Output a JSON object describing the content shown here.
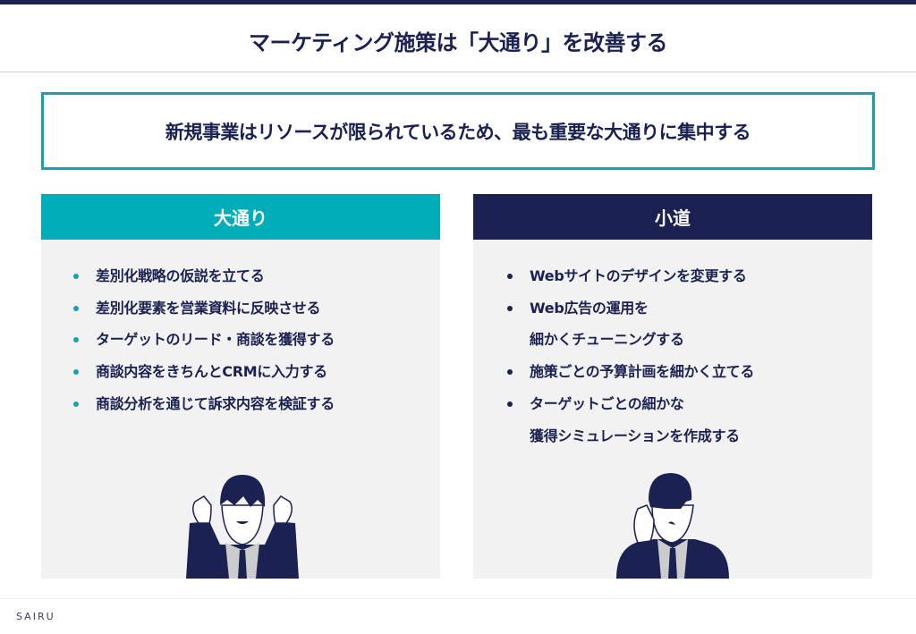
{
  "title": "マーケティング施策は「大通り」を改善する",
  "message": "新規事業はリソースが限られているため、最も重要な大通りに集中する",
  "left": {
    "heading": "大通り",
    "items": [
      "差別化戦略の仮説を立てる",
      "差別化要素を営業資料に反映させる",
      "ターゲットのリード・商談を獲得する",
      "商談内容をきちんとCRMに入力する",
      "商談分析を通じて訴求内容を検証する"
    ]
  },
  "right": {
    "heading": "小道",
    "items": [
      "Webサイトのデザインを変更する",
      "Web広告の運用を",
      "細かくチューニングする",
      "施策ごとの予算計画を細かく立てる",
      "ターゲットごとの細かな",
      "獲得シミュレーションを作成する"
    ]
  },
  "footer": {
    "logo": "SAIRU"
  },
  "colors": {
    "navy": "#1b2150",
    "teal": "#00adb9",
    "panel": "#f2f2f2"
  }
}
